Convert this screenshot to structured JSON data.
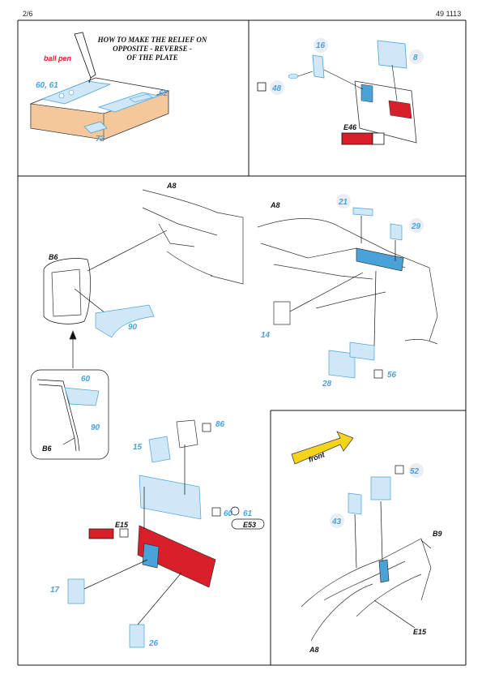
{
  "header": {
    "page": "2/6",
    "code": "49 1113"
  },
  "instruction": {
    "line1": "HOW TO MAKE THE RELIEF ON",
    "line2": "OPPOSITE - REVERSE -",
    "line3": "OF THE PLATE",
    "pen": "ball pen"
  },
  "parts": {
    "p6061": "60, 61",
    "p62": "62",
    "p72": "72",
    "p16": "16",
    "p8": "8",
    "p48": "48",
    "e46": "E46",
    "a8a": "A8",
    "b6a": "B6",
    "p90a": "90",
    "a8b": "A8",
    "p21": "21",
    "p29": "29",
    "p14": "14",
    "p28": "28",
    "p56": "56",
    "p60b": "60",
    "p90b": "90",
    "b6b": "B6",
    "p86": "86",
    "p15": "15",
    "p60c": "60",
    "p61c": "61",
    "e53": "E53",
    "e15a": "E15",
    "p17": "17",
    "p26": "26",
    "front": "front",
    "p52": "52",
    "p43": "43",
    "b9": "B9",
    "e15b": "E15",
    "a8c": "A8"
  },
  "colors": {
    "etch": "#4aa3d8",
    "paint_red": "#d9202a",
    "arrow_yellow": "#f4d41a",
    "base_tan": "#f4c89a"
  }
}
